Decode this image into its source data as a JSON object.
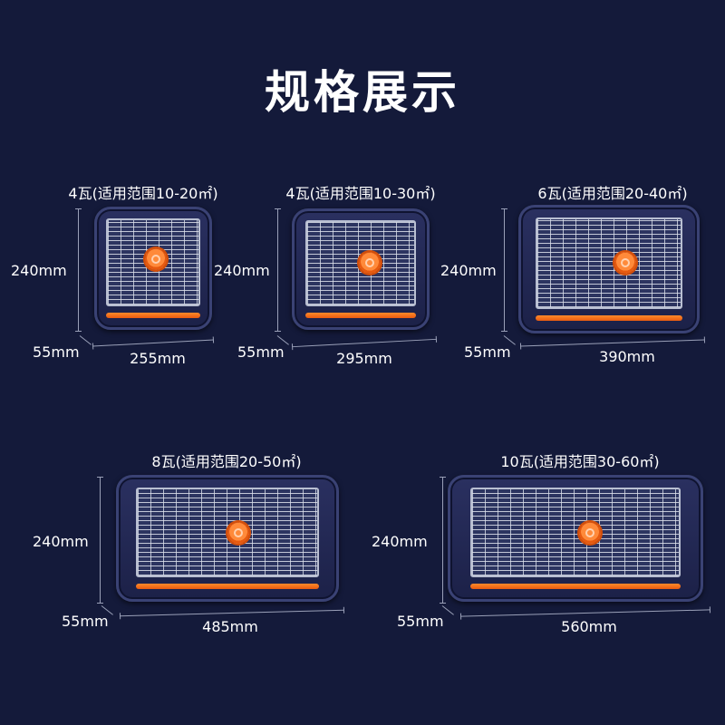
{
  "title": "规格展示",
  "colors": {
    "background": "#141a3a",
    "accent": "#f26a1b",
    "frame": "#2a3060"
  },
  "products": [
    {
      "caption": "4瓦(适用范围10-20㎡)",
      "height": "240mm",
      "depth": "55mm",
      "width": "255mm"
    },
    {
      "caption": "4瓦(适用范围10-30㎡)",
      "height": "240mm",
      "depth": "55mm",
      "width": "295mm"
    },
    {
      "caption": "6瓦(适用范围20-40㎡)",
      "height": "240mm",
      "depth": "55mm",
      "width": "390mm"
    },
    {
      "caption": "8瓦(适用范围20-50㎡)",
      "height": "240mm",
      "depth": "55mm",
      "width": "485mm"
    },
    {
      "caption": "10瓦(适用范围30-60㎡)",
      "height": "240mm",
      "depth": "55mm",
      "width": "560mm"
    }
  ]
}
